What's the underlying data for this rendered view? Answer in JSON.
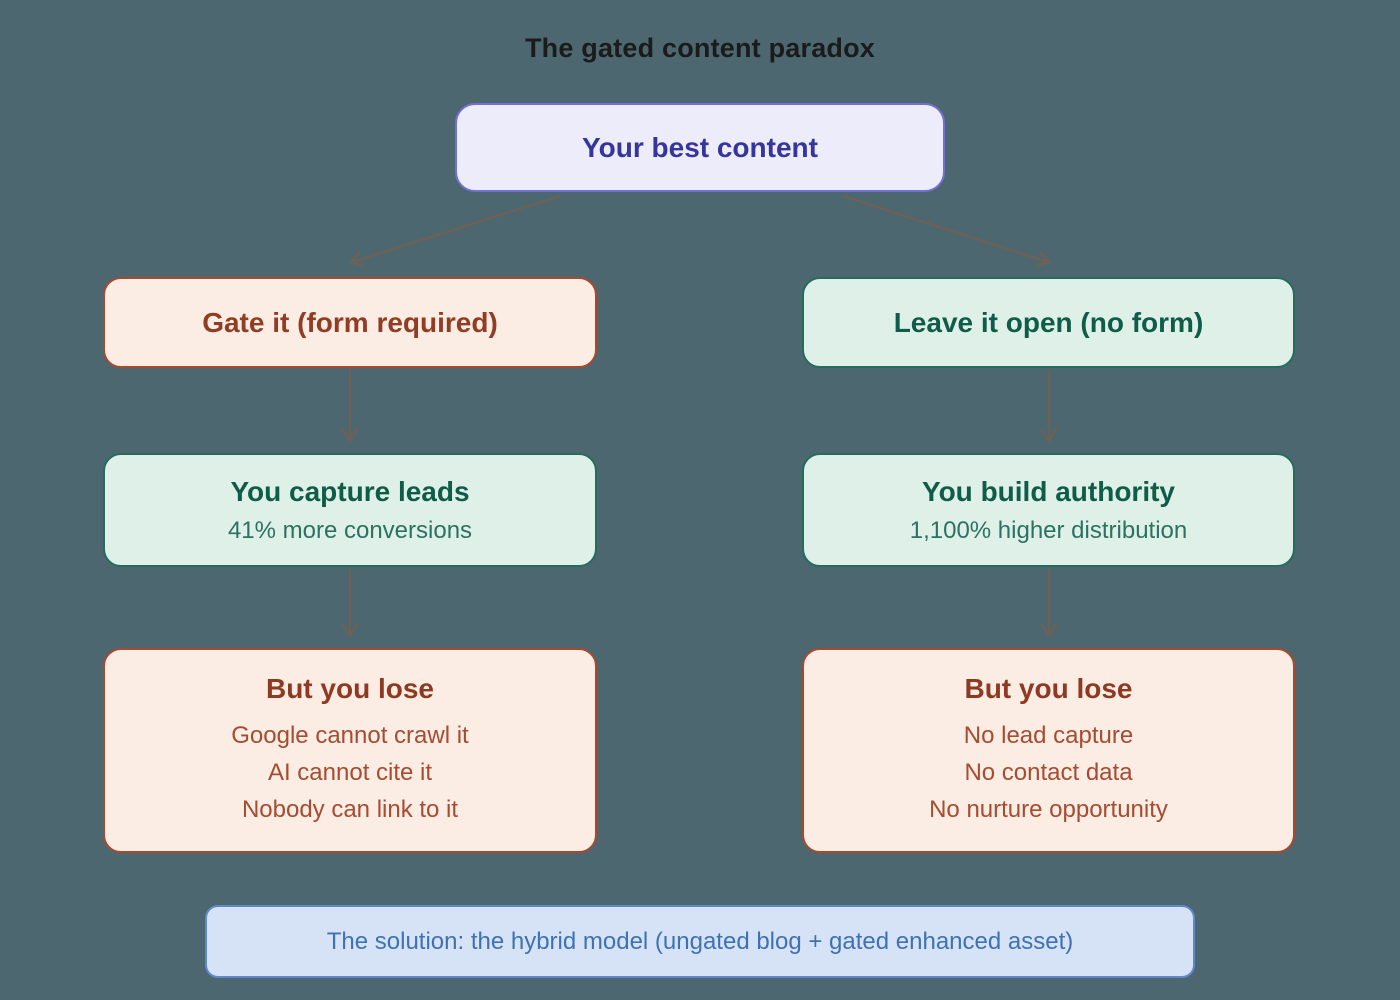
{
  "title": "The gated content paradox",
  "nodes": {
    "root": {
      "label": "Your best content"
    },
    "gate": {
      "label": "Gate it (form required)"
    },
    "open": {
      "label": "Leave it open (no form)"
    },
    "capture": {
      "heading": "You capture leads",
      "detail": "41% more conversions"
    },
    "authority": {
      "heading": "You build authority",
      "detail": "1,100% higher distribution"
    },
    "gate_lose": {
      "heading": "But you lose",
      "items": [
        "Google cannot crawl it",
        "AI cannot cite it",
        "Nobody can link to it"
      ]
    },
    "open_lose": {
      "heading": "But you lose",
      "items": [
        "No lead capture",
        "No contact data",
        "No nurture opportunity"
      ]
    },
    "solution": {
      "label": "The solution: the hybrid model (ungated blog + gated enhanced asset)"
    }
  },
  "colors": {
    "background": "#4c6770",
    "arrow": "#6d6057",
    "root_fill": "#edecfb",
    "root_border": "#7470d2",
    "root_text": "#35359b",
    "peach_fill": "#fbece4",
    "peach_border": "#a64a2e",
    "peach_heading": "#8e3a22",
    "peach_text": "#a54c31",
    "green_fill": "#def0e7",
    "green_border": "#256d5a",
    "green_heading": "#0f5c49",
    "green_text": "#2c7263",
    "solution_fill": "#d6e3f6",
    "solution_border": "#6189c9",
    "solution_text": "#3e72b4",
    "title_text": "#1b1b1b"
  }
}
